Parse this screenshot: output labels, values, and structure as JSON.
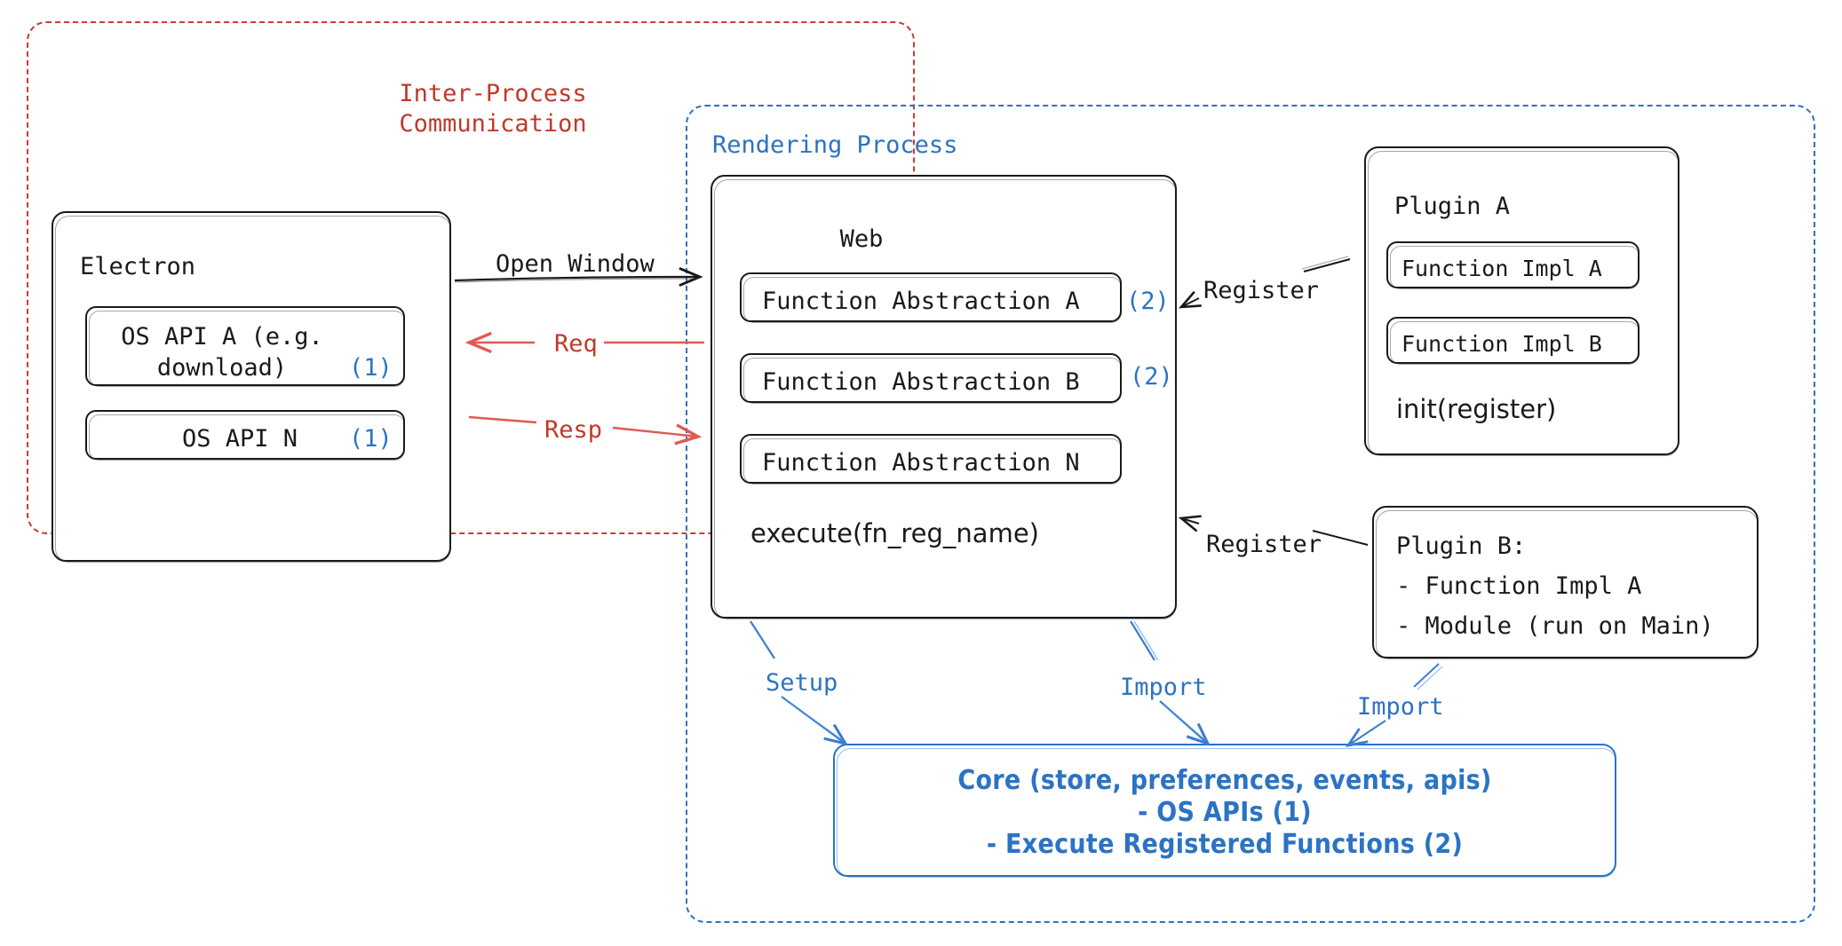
{
  "diagram": {
    "title": "Electron plugin architecture diagram",
    "colors": {
      "ipc_red": "#c0392b",
      "render_blue": "#2b73c4",
      "ink": "#1a1a1a"
    }
  },
  "regions": {
    "ipc": {
      "label_line1": "Inter-Process",
      "label_line2": "Communication"
    },
    "rendering": {
      "label": "Rendering Process"
    }
  },
  "electron": {
    "title": "Electron",
    "apis": [
      {
        "name_line1": "OS API A (e.g.",
        "name_line2": "download)",
        "marker": "(1)"
      },
      {
        "name_line1": "OS API N",
        "name_line2": "",
        "marker": "(1)"
      }
    ]
  },
  "web": {
    "title": "Web",
    "abstractions": [
      {
        "label": "Function Abstraction A",
        "marker": "(2)"
      },
      {
        "label": "Function Abstraction B",
        "marker": "(2)"
      },
      {
        "label": "Function Abstraction N",
        "marker": ""
      }
    ],
    "footer": "execute(fn_reg_name)"
  },
  "plugin_a": {
    "title": "Plugin A",
    "items": [
      {
        "label": "Function Impl A"
      },
      {
        "label": "Function Impl B"
      }
    ],
    "footer": "init(register)"
  },
  "plugin_b": {
    "title": "Plugin B:",
    "items": [
      {
        "label": "- Function Impl A"
      },
      {
        "label": "- Module (run on Main)"
      }
    ]
  },
  "core": {
    "line1": "Core (store, preferences, events, apis)",
    "line2": "- OS APIs (1)",
    "line3": "- Execute Registered Functions (2)"
  },
  "edges": {
    "open_window": "Open Window",
    "req": "Req",
    "resp": "Resp",
    "register_a": "Register",
    "register_b": "Register",
    "setup": "Setup",
    "import_web": "Import",
    "import_plugin": "Import"
  }
}
